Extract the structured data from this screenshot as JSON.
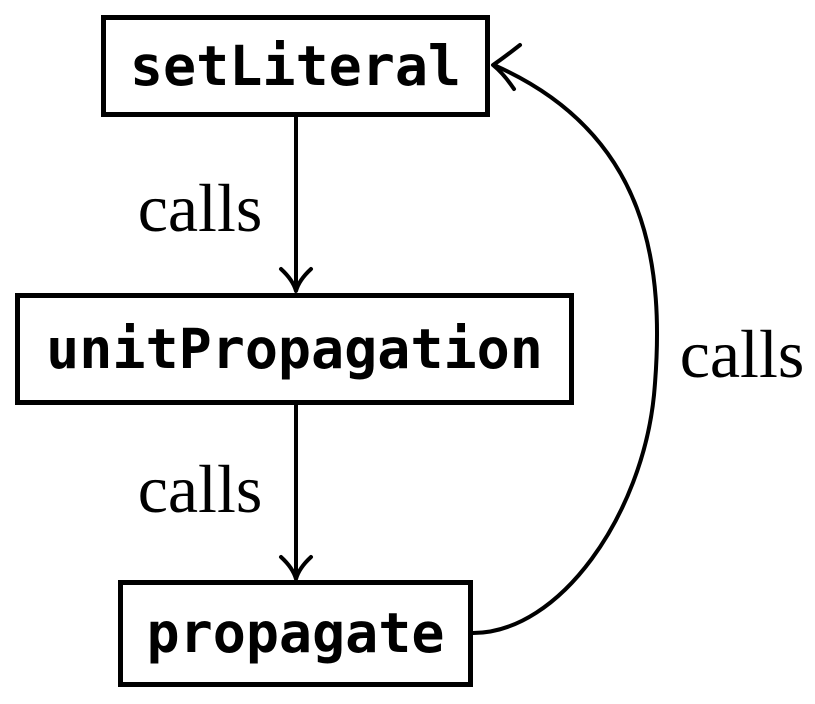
{
  "diagram": {
    "type": "call-graph",
    "colors": {
      "background": "#ffffff",
      "node_fill": "#ffffff",
      "stroke": "#000000"
    },
    "nodes": [
      {
        "id": "setLiteral",
        "label": "setLiteral"
      },
      {
        "id": "unitPropagation",
        "label": "unitPropagation"
      },
      {
        "id": "propagate",
        "label": "propagate"
      }
    ],
    "edges": [
      {
        "from": "setLiteral",
        "to": "unitPropagation",
        "label": "calls",
        "style": "straight-down"
      },
      {
        "from": "unitPropagation",
        "to": "propagate",
        "label": "calls",
        "style": "straight-down"
      },
      {
        "from": "propagate",
        "to": "setLiteral",
        "label": "calls",
        "style": "curved-right-up"
      }
    ]
  }
}
